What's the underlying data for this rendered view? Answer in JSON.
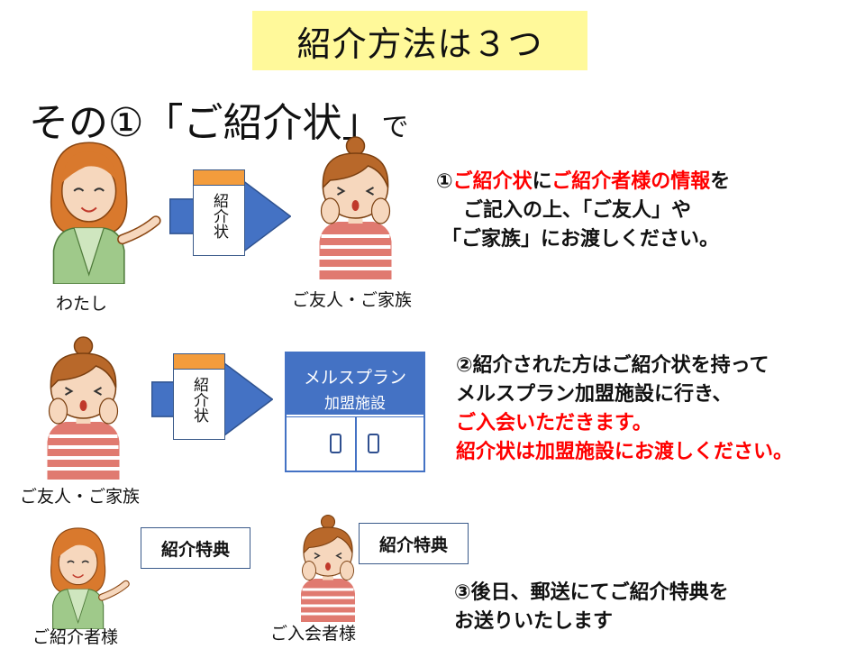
{
  "title": "紹介方法は３つ",
  "subtitle_main": "その①「ご紹介状」",
  "subtitle_suffix": "で",
  "letter_label": "紹介状",
  "labels": {
    "me": "わたし",
    "friend_family_1": "ご友人・ご家族",
    "friend_family_2": "ご友人・ご家族",
    "referrer": "ご紹介者様",
    "member": "ご入会者様"
  },
  "facility": {
    "line1": "メルスプラン",
    "line2": "加盟施設"
  },
  "coupon_label": "紹介特典",
  "step1": {
    "l1a": "①",
    "l1b": "ご紹介状",
    "l1c": "に",
    "l1d": "ご紹介者様の情報",
    "l1e": "を",
    "l2": "ご記入の上、「ご友人」や",
    "l3": "「ご家族」にお渡しください。"
  },
  "step2": {
    "l1": "②紹介された方はご紹介状を持って",
    "l2": "メルスプラン加盟施設に行き、",
    "l3": "ご入会いただきます。",
    "l4": "紹介状は加盟施設にお渡しください。"
  },
  "step3": {
    "l1": "③後日、郵送にてご紹介特典を",
    "l2": "お送りいたします"
  },
  "colors": {
    "title_bg": "#fff99a",
    "accent_red": "#ff0000",
    "arrow_blue": "#4472c4",
    "letter_orange": "#f39c3c"
  }
}
